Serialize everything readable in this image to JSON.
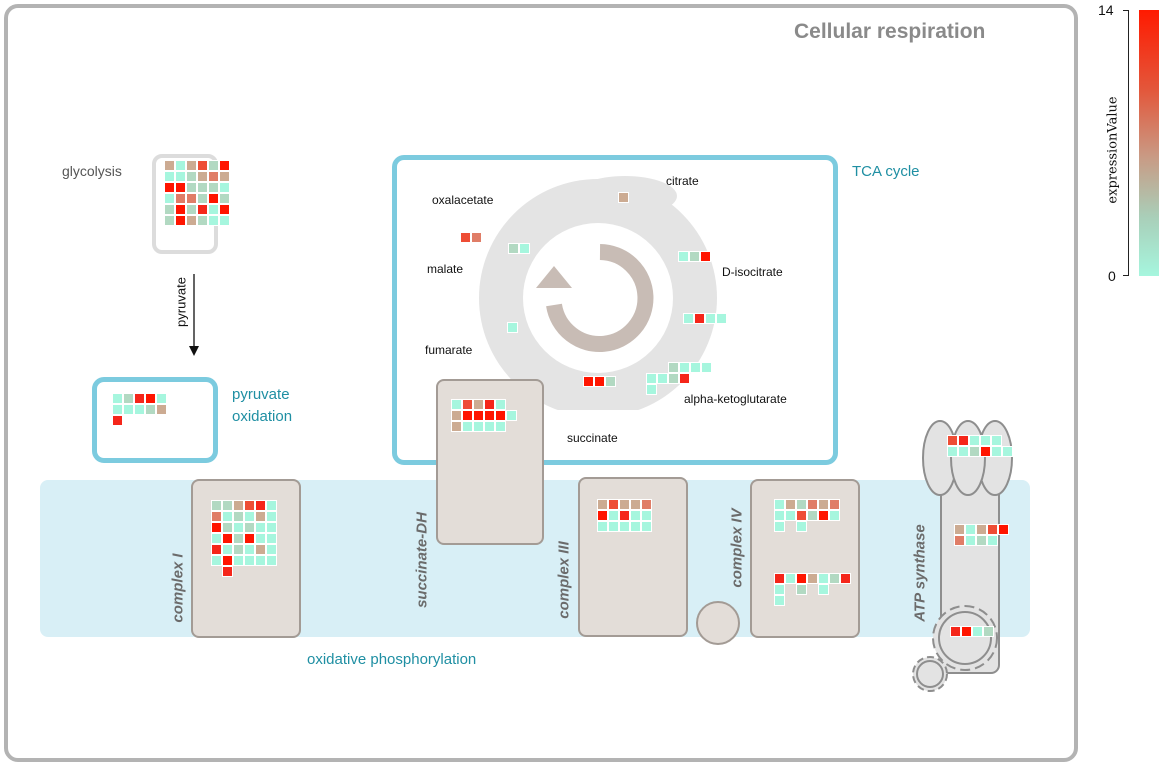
{
  "title": "Cellular respiration",
  "labels": {
    "glycolysis": "glycolysis",
    "pyruvate": "pyruvate",
    "pyruvate_oxidation_1": "pyruvate",
    "pyruvate_oxidation_2": "oxidation",
    "tca_cycle": "TCA cycle",
    "citrate": "citrate",
    "oxalacetate": "oxalacetate",
    "malate": "malate",
    "d_isocitrate": "D-isocitrate",
    "fumarate": "fumarate",
    "alpha_ketoglutarate": "alpha-ketoglutarate",
    "succinate": "succinate",
    "oxidative_phosphorylation": "oxidative phosphorylation",
    "complex_i": "complex I",
    "succinate_dh": "succinate-DH",
    "complex_iii": "complex III",
    "complex_iv": "complex IV",
    "atp_synthase": "ATP synthase"
  },
  "legend": {
    "title": "expressionValue",
    "max_label": "14",
    "min_label": "0",
    "min": 0,
    "max": 14
  },
  "colors": {
    "0": "#a6f6de",
    "1": "#b2d9c2",
    "2": "#ccab92",
    "3": "#e07d67",
    "4": "#ee4d35",
    "5": "#f5261a",
    "6": "#ff1500",
    "w": "#ffffff"
  },
  "gene_groups": {
    "glycolysis": [
      "202416",
      "001232",
      "661110",
      "033161",
      "161506",
      "162100"
    ],
    "pyruvate_oxidation": [
      "01560",
      "00012",
      "5"
    ],
    "tca_citrate": [
      "2"
    ],
    "tca_oxalacetate": [
      "43"
    ],
    "tca_malate": [
      "10"
    ],
    "tca_d_isocitrate": [
      "016"
    ],
    "tca_d_isocitrate_2": [
      "0500"
    ],
    "tca_fumarate": [
      "0"
    ],
    "tca_alpha_ketoglutarate": [
      "ww1000",
      "0015ww",
      "0wwwww"
    ],
    "tca_succinate": [
      "661"
    ],
    "complex_i": [
      "112450",
      "301020",
      "610100",
      "061600",
      "501020",
      "060000",
      "w5wwww"
    ],
    "succinate_dh": [
      "04250",
      "266660",
      "20000"
    ],
    "complex_iii": [
      "24223",
      "60500",
      "00000"
    ],
    "complex_iv_top": [
      "021323",
      "004160",
      "0w0www"
    ],
    "complex_iv_bottom": [
      "5062015",
      "0w1w0ww",
      "0wwwwww"
    ],
    "atp_synthase_top": [
      "45000",
      "001600"
    ],
    "atp_synthase_mid": [
      "20246",
      "3010ww"
    ],
    "atp_synthase_gear": [
      "5601"
    ]
  }
}
